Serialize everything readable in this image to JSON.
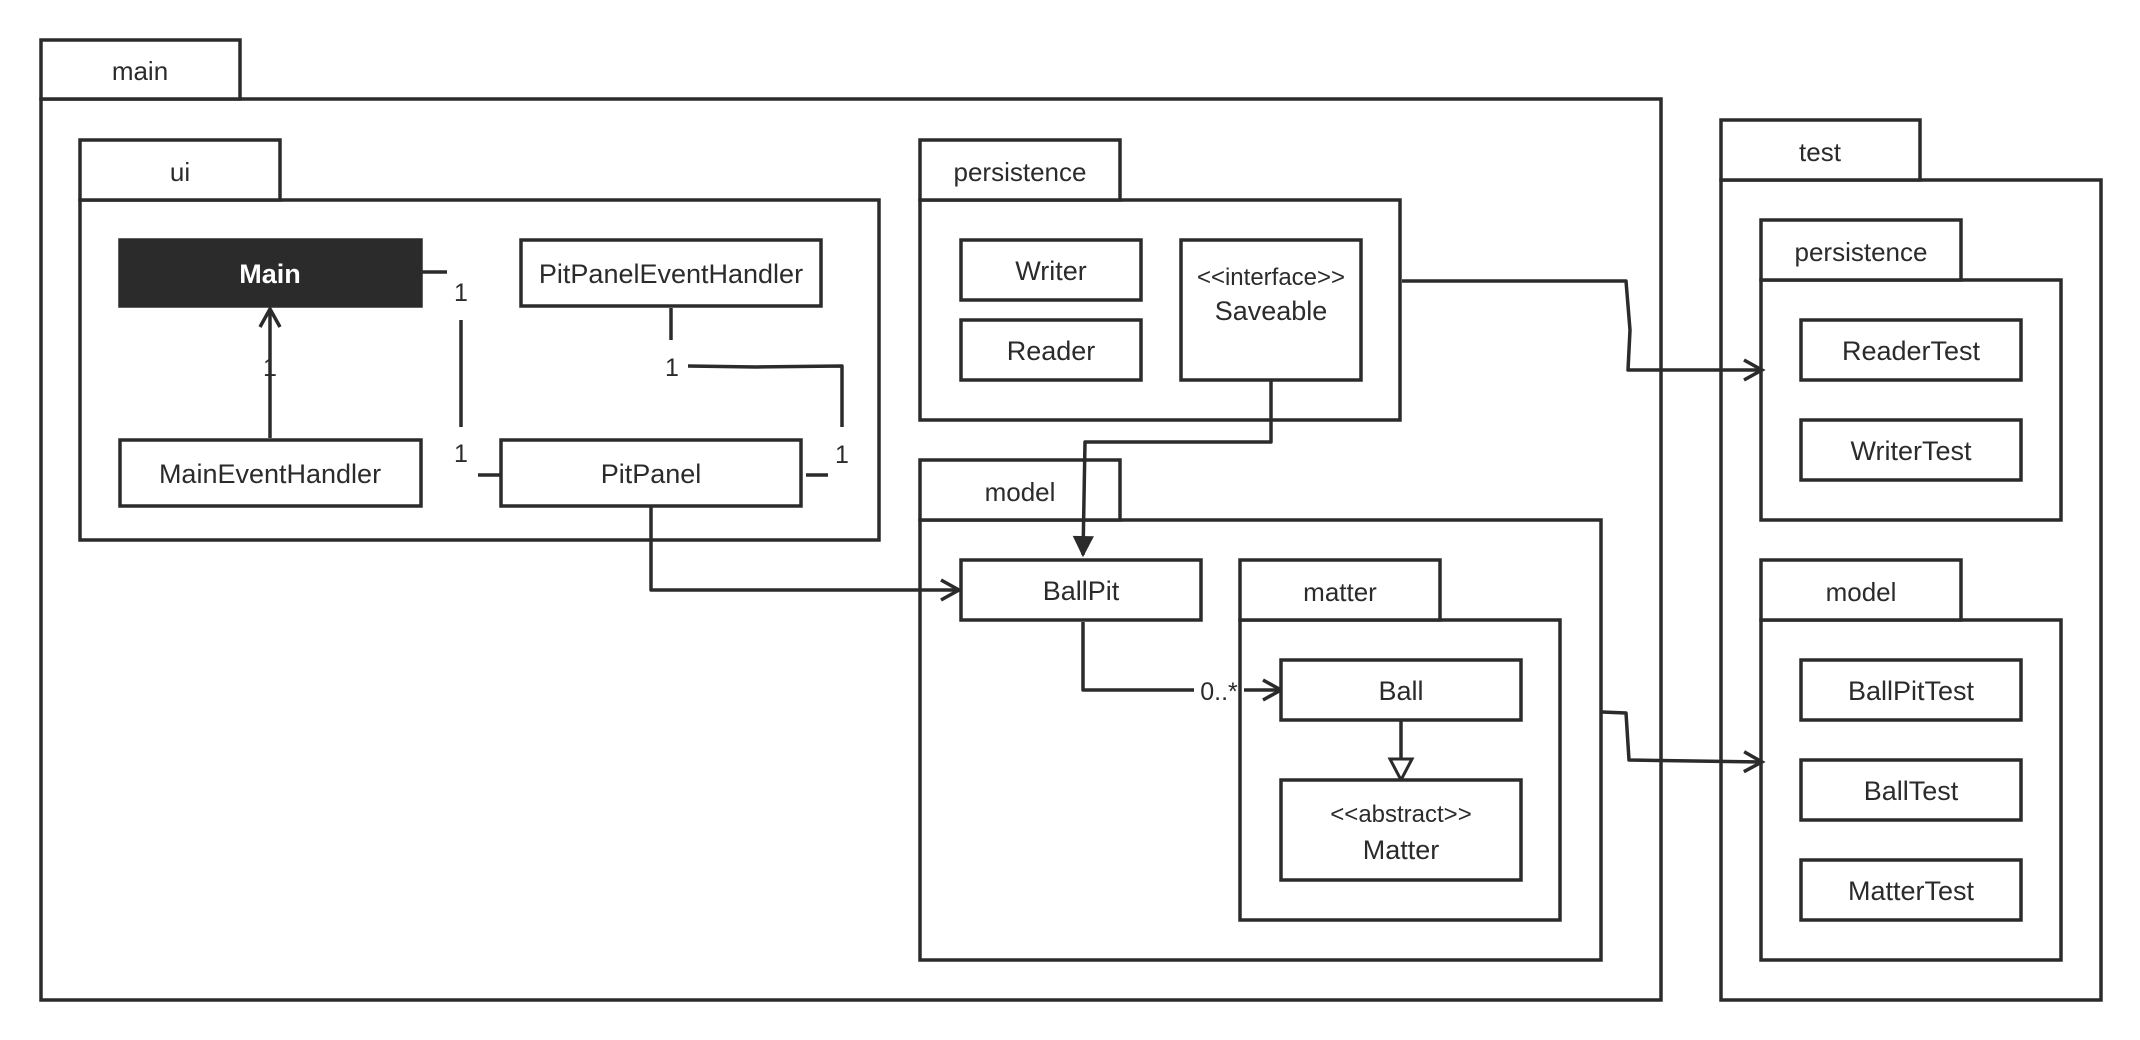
{
  "colors": {
    "stroke": "#2b2b2b",
    "background": "#ffffff",
    "highlight": "#2b2b2b"
  },
  "packages": {
    "main": "main",
    "ui": "ui",
    "persistence": "persistence",
    "model": "model",
    "matter": "matter",
    "test": "test",
    "test_persistence": "persistence",
    "test_model": "model"
  },
  "classes": {
    "main": "Main",
    "main_event_handler": "MainEventHandler",
    "pit_panel_event_handler": "PitPanelEventHandler",
    "pit_panel": "PitPanel",
    "writer": "Writer",
    "reader": "Reader",
    "saveable_stereotype": "<<interface>>",
    "saveable": "Saveable",
    "ball_pit": "BallPit",
    "ball": "Ball",
    "matter_stereotype": "<<abstract>>",
    "matter": "Matter",
    "reader_test": "ReaderTest",
    "writer_test": "WriterTest",
    "ball_pit_test": "BallPitTest",
    "ball_test": "BallTest",
    "matter_test": "MatterTest"
  },
  "multiplicities": {
    "main_handler_to_main": "1",
    "main_to_pitpanel_top": "1",
    "main_to_pitpanel_bottom": "1",
    "pitpanel_handler_to_pitpanel_top": "1",
    "pitpanel_handler_to_pitpanel_bottom": "1",
    "ballpit_to_ball": "0..*"
  }
}
